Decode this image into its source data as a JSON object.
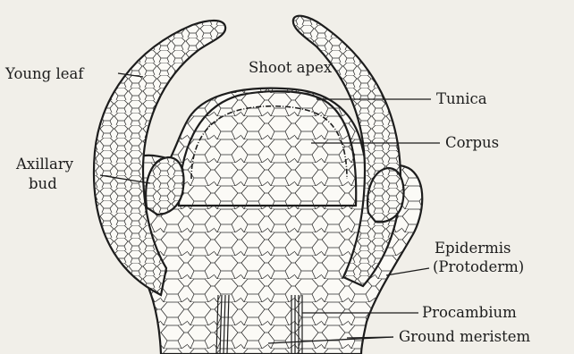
{
  "diagram": {
    "labels": {
      "young_leaf": "Young leaf",
      "shoot_apex": "Shoot apex",
      "tunica": "Tunica",
      "corpus": "Corpus",
      "axillary_bud_line1": "Axillary",
      "axillary_bud_line2": "bud",
      "epidermis_line1": "Epidermis",
      "epidermis_line2": "(Protoderm)",
      "procambium": "Procambium",
      "ground_meristem": "Ground meristem"
    }
  },
  "colors": {
    "background": "#f1efe9",
    "tissue_fill": "#fbfaf6",
    "ink": "#1c1c1c"
  }
}
